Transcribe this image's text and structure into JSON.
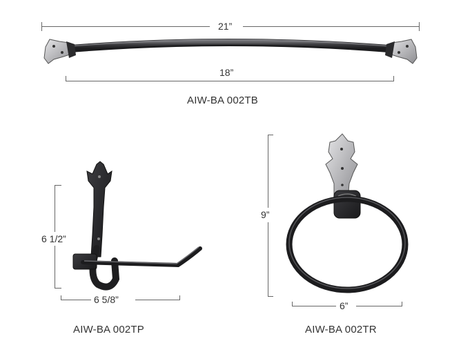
{
  "towel_bar": {
    "overall_length": "21”",
    "rod_length": "18”",
    "model": "AIW-BA 002TB"
  },
  "tissue_holder": {
    "height": "6 1/2”",
    "width": "6 5/8”",
    "model": "AIW-BA 002TP"
  },
  "towel_ring": {
    "height": "9”",
    "width": "6”",
    "model": "AIW-BA 002TR"
  },
  "colors": {
    "iron": "#2a2a2c",
    "plate_light": "#c9c9cb",
    "dimension_line": "#666666",
    "text": "#333333"
  }
}
